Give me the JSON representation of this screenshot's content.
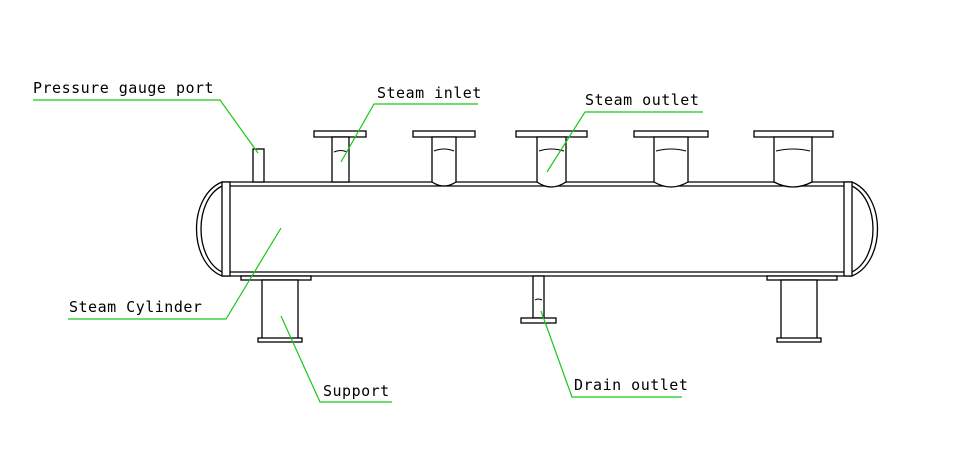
{
  "labels": {
    "pressure_gauge_port": "Pressure gauge port",
    "steam_inlet": "Steam inlet",
    "steam_outlet": "Steam outlet",
    "steam_cylinder": "Steam Cylinder",
    "support": "Support",
    "drain_outlet": "Drain outlet"
  },
  "colors": {
    "line": "#000000",
    "leader": "#19c819",
    "background": "#ffffff"
  }
}
